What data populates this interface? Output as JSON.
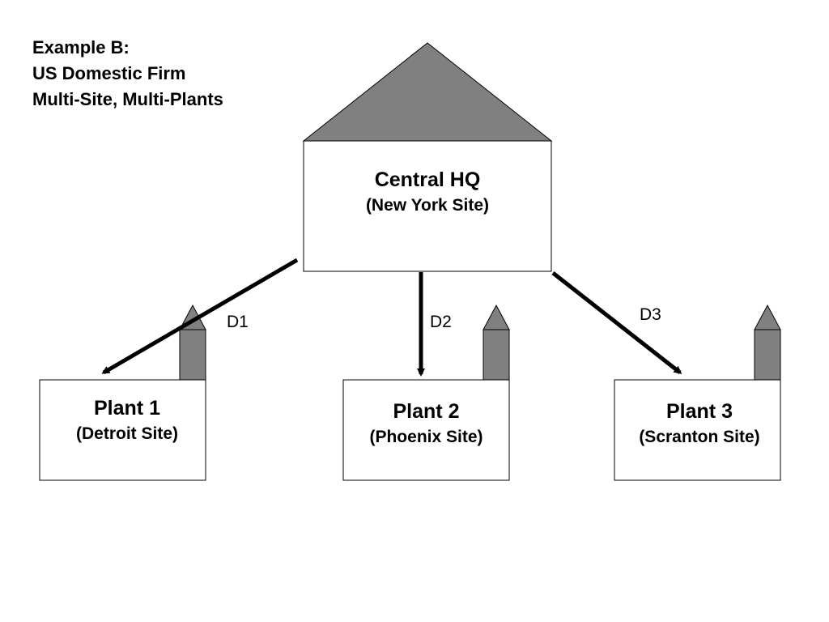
{
  "title": {
    "lines": [
      "Example B:",
      "US Domestic Firm",
      "Multi-Site, Multi-Plants"
    ]
  },
  "hq": {
    "name": "Central HQ",
    "site": "(New York Site)",
    "roof_color": "#808080"
  },
  "plants": [
    {
      "name": "Plant 1",
      "site": "(Detroit Site)",
      "chimney_color": "#808080"
    },
    {
      "name": "Plant 2",
      "site": "(Phoenix Site)",
      "chimney_color": "#808080"
    },
    {
      "name": "Plant 3",
      "site": "(Scranton Site)",
      "chimney_color": "#808080"
    }
  ],
  "edges": [
    {
      "label": "D1",
      "from": "hq",
      "to": "plant-1"
    },
    {
      "label": "D2",
      "from": "hq",
      "to": "plant-2"
    },
    {
      "label": "D3",
      "from": "hq",
      "to": "plant-3"
    }
  ]
}
